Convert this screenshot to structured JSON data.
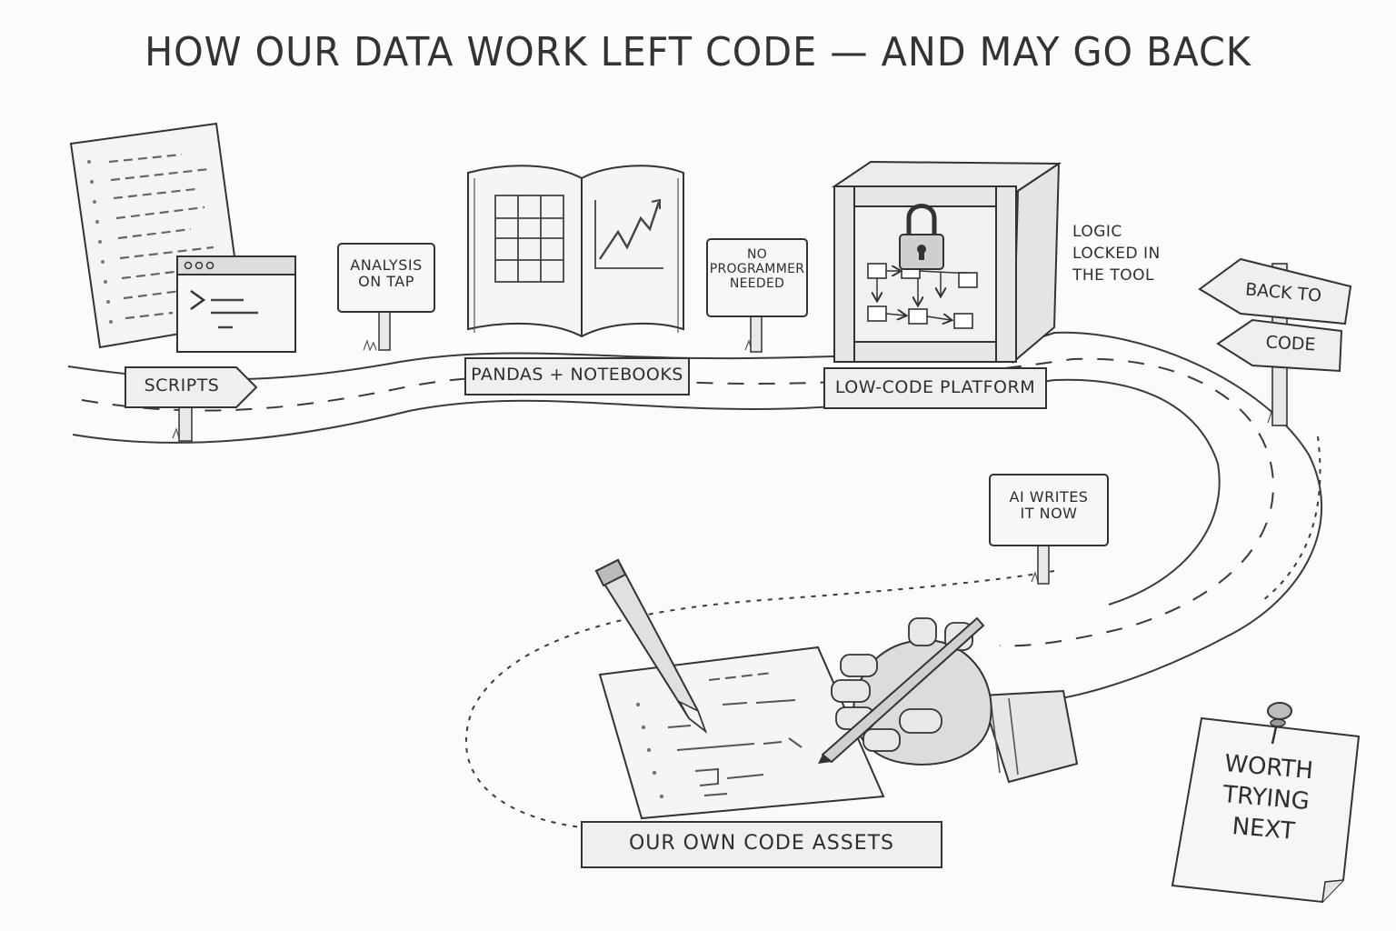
{
  "title": "HOW OUR DATA WORK LEFT CODE — AND MAY GO BACK",
  "stages": {
    "scripts": "SCRIPTS",
    "pandas": "PANDAS + NOTEBOOKS",
    "lowcode": "LOW-CODE PLATFORM",
    "own_code": "OUR OWN CODE ASSETS"
  },
  "signs": {
    "analysis": [
      "ANALYSIS",
      "ON TAP"
    ],
    "no_programmer": [
      "NO",
      "PROGRAMMER",
      "NEEDED"
    ],
    "ai_writes": [
      "AI WRITES",
      "IT NOW"
    ]
  },
  "annotations": {
    "logic_locked": [
      "LOGIC",
      "LOCKED IN",
      "THE TOOL"
    ]
  },
  "arrow_sign": {
    "top": "BACK TO",
    "bottom": "CODE"
  },
  "note": [
    "WORTH",
    "TRYING",
    "NEXT"
  ],
  "icons": [
    "code-document-icon",
    "terminal-window-icon",
    "open-book-icon",
    "padlock-icon",
    "crate-icon",
    "pencil-icon",
    "robot-hand-icon",
    "pushpin-icon"
  ],
  "colors": {
    "ink": "#2b2b2b",
    "paper": "#fbfbf9",
    "wood": "#ececea"
  }
}
